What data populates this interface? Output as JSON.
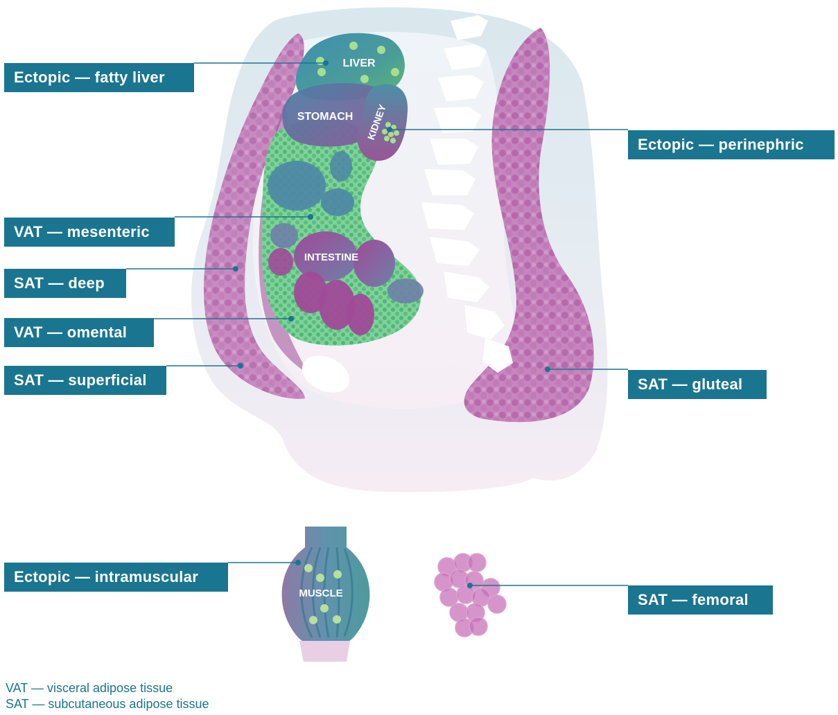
{
  "labels": {
    "fatty_liver": "Ectopic — fatty liver",
    "perinephric": "Ectopic — perinephric",
    "mesenteric": "VAT — mesenteric",
    "sat_deep": "SAT — deep",
    "omental": "VAT — omental",
    "superficial": "SAT — superficial",
    "gluteal": "SAT — gluteal",
    "intramuscular": "Ectopic — intramuscular",
    "femoral": "SAT — femoral"
  },
  "organs": {
    "liver": "LIVER",
    "stomach": "STOMACH",
    "kidney": "KIDNEY",
    "intestine": "INTESTINE",
    "muscle": "MUSCLE"
  },
  "legend": {
    "vat": "VAT — visceral adipose tissue",
    "sat": "SAT — subcutaneous adipose tissue"
  },
  "colors": {
    "label_bg": "#1a7590",
    "sat_purple": "#b04aa0",
    "vat_green": "#3ab06a",
    "organ_teal": "#3f7f9f",
    "body_blue": "#dfeaf0",
    "body_pink": "#f3e3ef"
  }
}
